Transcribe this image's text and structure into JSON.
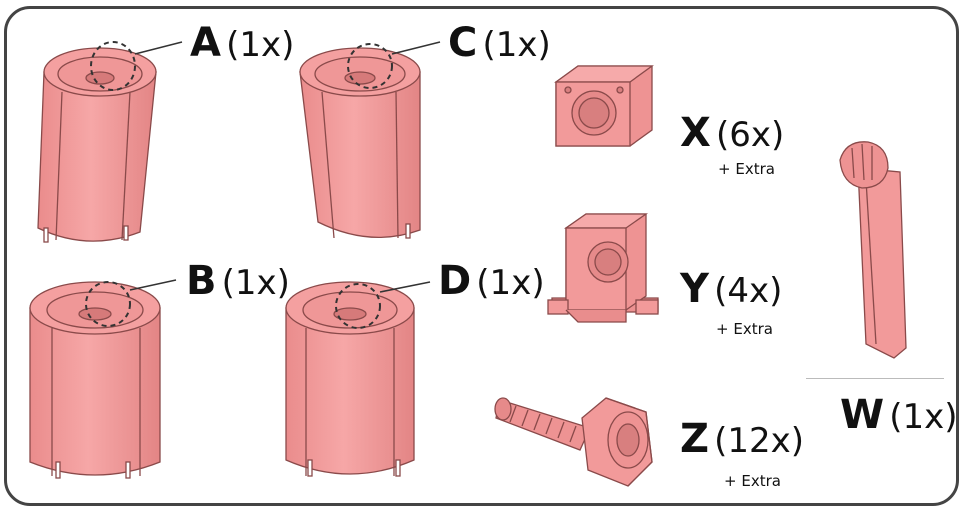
{
  "colors": {
    "part_fill": "#f29a9a",
    "part_stroke": "#8a4a4a",
    "frame": "#444444"
  },
  "parts": {
    "A": {
      "letter": "A",
      "qty": "(1x)"
    },
    "B": {
      "letter": "B",
      "qty": "(1x)"
    },
    "C": {
      "letter": "C",
      "qty": "(1x)"
    },
    "D": {
      "letter": "D",
      "qty": "(1x)"
    },
    "X": {
      "letter": "X",
      "qty": "(6x)",
      "extra": "+ Extra"
    },
    "Y": {
      "letter": "Y",
      "qty": "(4x)",
      "extra": "+ Extra"
    },
    "Z": {
      "letter": "Z",
      "qty": "(12x)",
      "extra": "+ Extra"
    },
    "W": {
      "letter": "W",
      "qty": "(1x)"
    }
  }
}
